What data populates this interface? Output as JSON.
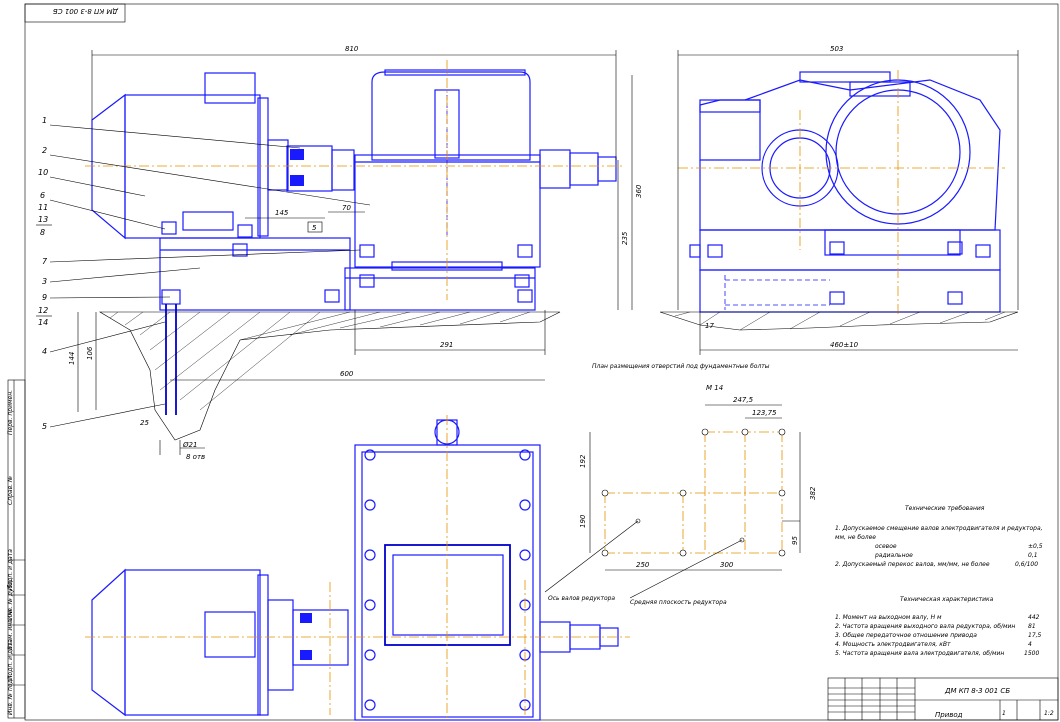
{
  "title_block": {
    "doc_code": "ДМ КП 8-3 001 СБ",
    "doc_code_rotated": "ДМ КП 8-3 001 СБ",
    "name": "Привод",
    "small_right": "1:2",
    "small_mid": "1"
  },
  "callouts": [
    "1",
    "2",
    "10",
    "6",
    "11",
    "13",
    "8",
    "7",
    "3",
    "9",
    "12",
    "14",
    "4",
    "5"
  ],
  "dimensions": {
    "top_len": "810",
    "side_width": "503",
    "d_145": "145",
    "d_70": "70",
    "d_5": "5",
    "d_360": "360",
    "d_235": "235",
    "d_291": "291",
    "d_600": "600",
    "d_460": "460±10",
    "d_144": "144",
    "d_106": "106",
    "d_25": "25",
    "d_21": "Ø21",
    "d_8otv": "8 отв",
    "d_17": "17",
    "m14": "М 14",
    "d_247": "247,5",
    "d_123": "123,75",
    "d_192": "192",
    "d_382": "382",
    "d_190": "190",
    "d_95": "95",
    "d_250": "250",
    "d_300": "300"
  },
  "holes_plan_title": "План размещения отверстий под фундаментные болты",
  "axis_labels": {
    "reducer_axis": "Ось валов редуктора",
    "mid_plane": "Средняя плоскость редуктора"
  },
  "tech_req": {
    "title": "Технические требования",
    "lines": [
      "1. Допускаемое смещение валов электродвигателя и редуктора,",
      "мм, не более",
      "осевое",
      "радиальное",
      "2. Допускаемый перекос валов, мм/мм, не более"
    ],
    "values": [
      "±0,5",
      "0,1",
      "0,6/100"
    ]
  },
  "tech_char": {
    "title": "Техническая характеристика",
    "lines": [
      "1. Момент на выходном валу, Н  м",
      "2. Частота вращения выходного вала редуктора, об/мин",
      "3. Общее передаточное отношение привода",
      "4. Мощность электродвигателя, кВт",
      "5. Частота вращения вала электродвигателя, об/мин"
    ],
    "values": [
      "442",
      "81",
      "17,5",
      "4",
      "1500"
    ]
  },
  "side_stamp": [
    "Перв. примен.",
    "Справ. №",
    "Подп. и дата",
    "Инв. № дубл.",
    "Взам. инв. №",
    "Подп. и дата",
    "Инв. № подл."
  ],
  "colors": {
    "line": "#1a1aff",
    "axis": "#e69200",
    "text": "#000000"
  }
}
